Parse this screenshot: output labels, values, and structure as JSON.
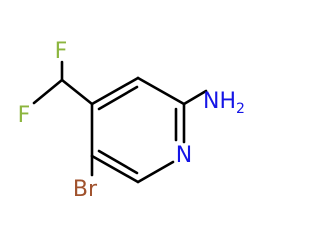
{
  "molecule": {
    "atoms": {
      "fluorine_top": {
        "symbol": "F"
      },
      "fluorine_left": {
        "symbol": "F"
      },
      "bromine": {
        "symbol": "Br"
      },
      "ring_nitrogen": {
        "symbol": "N"
      },
      "amine": {
        "symbol": "NH",
        "subscript": "2"
      }
    },
    "colors": {
      "fluorine": "#8CB53E",
      "bromine": "#A0522D",
      "nitrogen": "#1515E6",
      "bond": "#000000"
    }
  }
}
